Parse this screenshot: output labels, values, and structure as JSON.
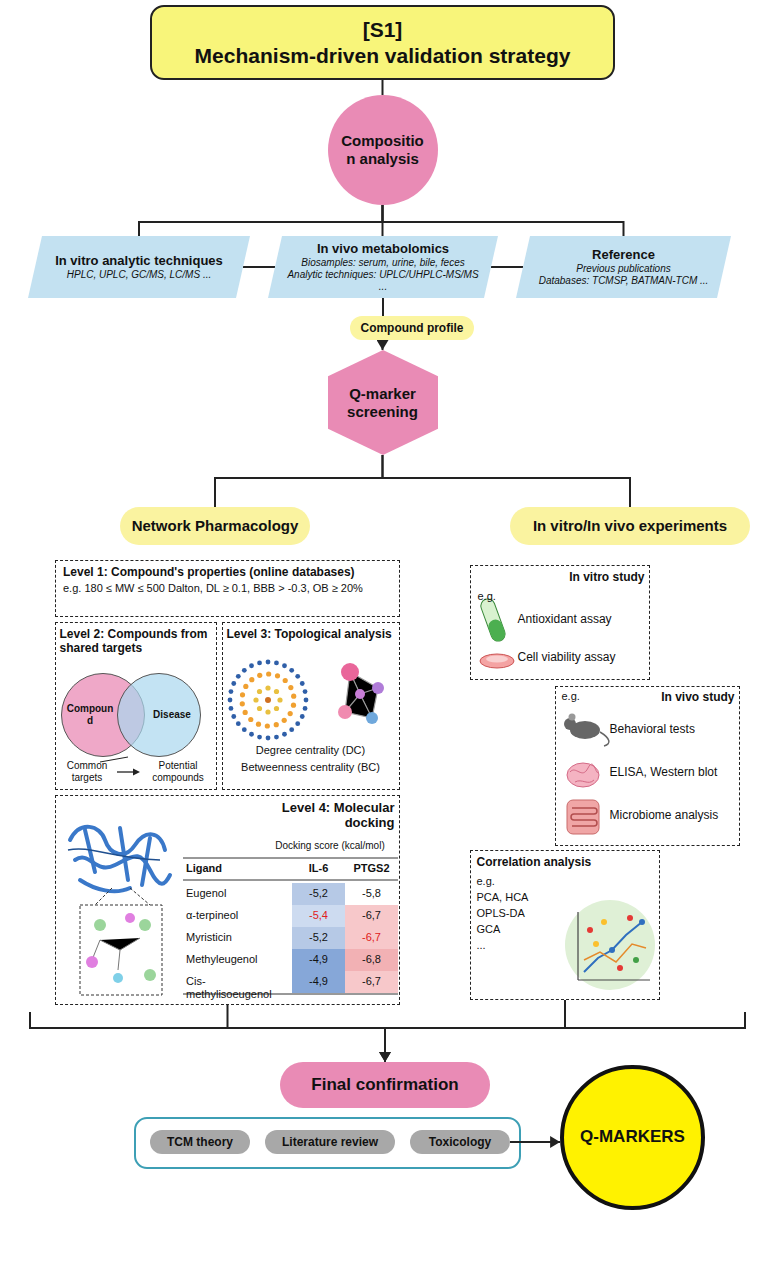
{
  "diagram": {
    "nodes": [
      {
        "text": [
          "[S1]",
          "Mechanism-driven validation strategy"
        ]
      },
      {
        "text": [
          "Composition analysis"
        ]
      },
      {
        "text": [
          "In vitro analytic techniques",
          "HPLC, UPLC, GC/MS, LC/MS ..."
        ]
      },
      {
        "text": [
          "In vivo metabolomics",
          "Biosamples: serum, urine, bile, feces",
          "Analytic techniques: UPLC/UHPLC-MS/MS ..."
        ]
      },
      {
        "text": [
          "Reference",
          "Previous publications",
          "Databases: TCMSP, BATMAN-TCM ..."
        ]
      },
      {
        "text": [
          "Compound profile"
        ]
      },
      {
        "text": [
          "Q-marker screening"
        ]
      },
      {
        "text": [
          "Network Pharmacology"
        ]
      },
      {
        "text": [
          "In vitro/In vivo experiments"
        ]
      },
      {
        "text": [
          "Level 1: Compound's properties (online databases)",
          "e.g. 180 ≤ MW ≤ 500 Dalton, DL ≥ 0.1, BBB > -0.3, OB ≥ 20%"
        ]
      },
      {
        "text": [
          "Level 2: Compounds from shared targets"
        ]
      },
      {
        "text": [
          "Compound"
        ],
        "in": 10
      },
      {
        "text": [
          "Disease"
        ],
        "in": 10
      },
      {
        "text": [
          "Level 3: Topological analysis",
          "Degree centrality (DC)",
          "Betweenness centrality (BC)"
        ]
      },
      {
        "text": [
          "Level 4: Molecular docking"
        ]
      },
      {
        "text": [
          "In vitro study",
          "e.g.",
          "Antioxidant assay",
          "Cell viability assay"
        ]
      },
      {
        "text": [
          "e.g.",
          "In vivo study",
          "Behavioral tests",
          "ELISA, Western blot",
          "Microbiome analysis"
        ]
      },
      {
        "text": [
          "Correlation analysis",
          "e.g.",
          "PCA, HCA",
          "OPLS-DA",
          "GCA",
          "..."
        ]
      },
      {
        "text": [
          "Final confirmation"
        ]
      },
      {
        "text": [
          "TCM theory"
        ]
      },
      {
        "text": [
          "Literature review"
        ]
      },
      {
        "text": [
          "Toxicology"
        ]
      },
      {
        "text": [
          "Q-MARKERS"
        ]
      }
    ],
    "edges": [
      {
        "from": 0,
        "to": 1,
        "arrow": "none"
      },
      {
        "from": 1,
        "to": 2,
        "arrow": "none"
      },
      {
        "from": 1,
        "to": 3,
        "arrow": "none"
      },
      {
        "from": 1,
        "to": 4,
        "arrow": "none"
      },
      {
        "from": 2,
        "to": 3,
        "arrow": "none"
      },
      {
        "from": 3,
        "to": 4,
        "arrow": "none"
      },
      {
        "from": 3,
        "to": 5,
        "arrow": "none"
      },
      {
        "from": 5,
        "to": 6,
        "arrow": "to"
      },
      {
        "from": 6,
        "to": 7,
        "arrow": "none"
      },
      {
        "from": 6,
        "to": 8,
        "arrow": "none"
      },
      {
        "from": 14,
        "to": 18,
        "arrow": "to"
      },
      {
        "from": 17,
        "to": 18,
        "arrow": "to"
      },
      {
        "from": 21,
        "to": 22,
        "arrow": "to"
      }
    ],
    "labels": [
      "Common targets",
      "Potential compounds",
      "Docking score (kcal/mol)",
      "Ligand",
      "IL-6",
      "PTGS2",
      "Eugenol",
      "-5,2",
      "-5,8",
      "α-terpineol",
      "-5,4",
      "-6,7",
      "Myristicin",
      "-5,2",
      "-6,7",
      "Methyleugenol",
      "-4,9",
      "-6,8",
      "Cis-methylisoeugenol",
      "-4,9",
      "-6,7"
    ]
  }
}
